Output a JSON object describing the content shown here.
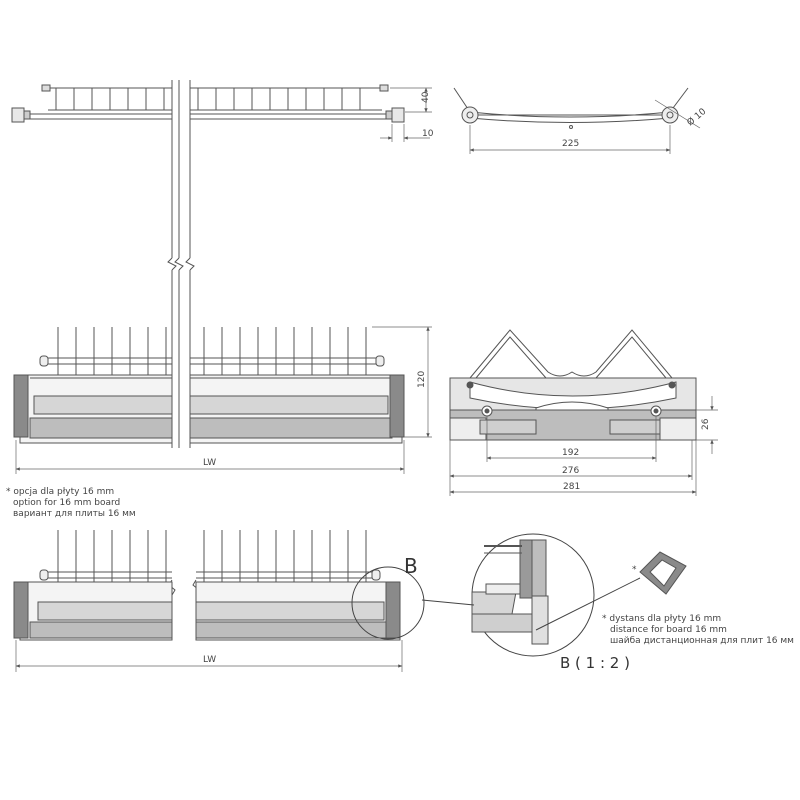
{
  "top_view": {
    "dim_height": "40",
    "dim_end": "10"
  },
  "side_top": {
    "dim_width": "225",
    "dim_diameter": "Ø 10"
  },
  "front_view": {
    "dim_height": "120",
    "dim_width": "LW"
  },
  "side_bottom": {
    "dim_192": "192",
    "dim_276": "276",
    "dim_281": "281",
    "dim_26": "26"
  },
  "note_option": {
    "asterisk": "*",
    "line_pl": "opcja dla płyty 16 mm",
    "line_en": "option for 16 mm board",
    "line_ru": "вариант для плиты 16 мм"
  },
  "option_view": {
    "detail_letter": "B",
    "dim_width": "LW"
  },
  "detail": {
    "title": "B ( 1 : 2 )"
  },
  "spacer": {
    "asterisk": "*",
    "line_pl": "dystans dla płyty 16 mm",
    "line_en": "distance for board 16 mm",
    "line_ru": "шайба дистанционная для плит 16 мм"
  },
  "colors": {
    "line": "#555555",
    "fill_light": "#e6e6e6",
    "fill_mid": "#bdbdbd",
    "fill_dark": "#8a8a8a"
  }
}
